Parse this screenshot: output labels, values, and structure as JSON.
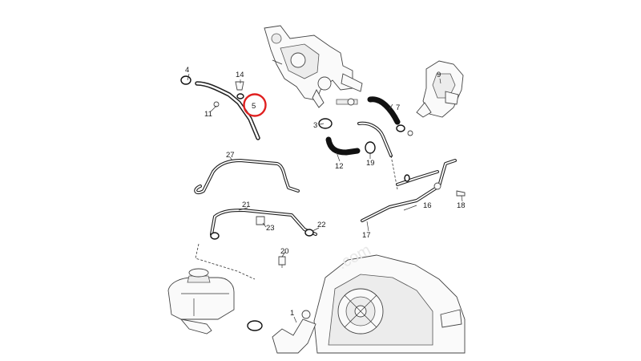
{
  "callouts": {
    "c1": "1",
    "c3": "3",
    "c4": "4",
    "c5": "5",
    "c7": "7",
    "c9": "9",
    "c11": "11",
    "c12": "12",
    "c14": "14",
    "c16": "16",
    "c17": "17",
    "c18": "18",
    "c19": "19",
    "c20": "20",
    "c21": "21",
    "c22": "22",
    "c23": "23",
    "c27": "27"
  },
  "watermark": ".com",
  "highlight": {
    "target": "5",
    "color": "#e02020"
  }
}
